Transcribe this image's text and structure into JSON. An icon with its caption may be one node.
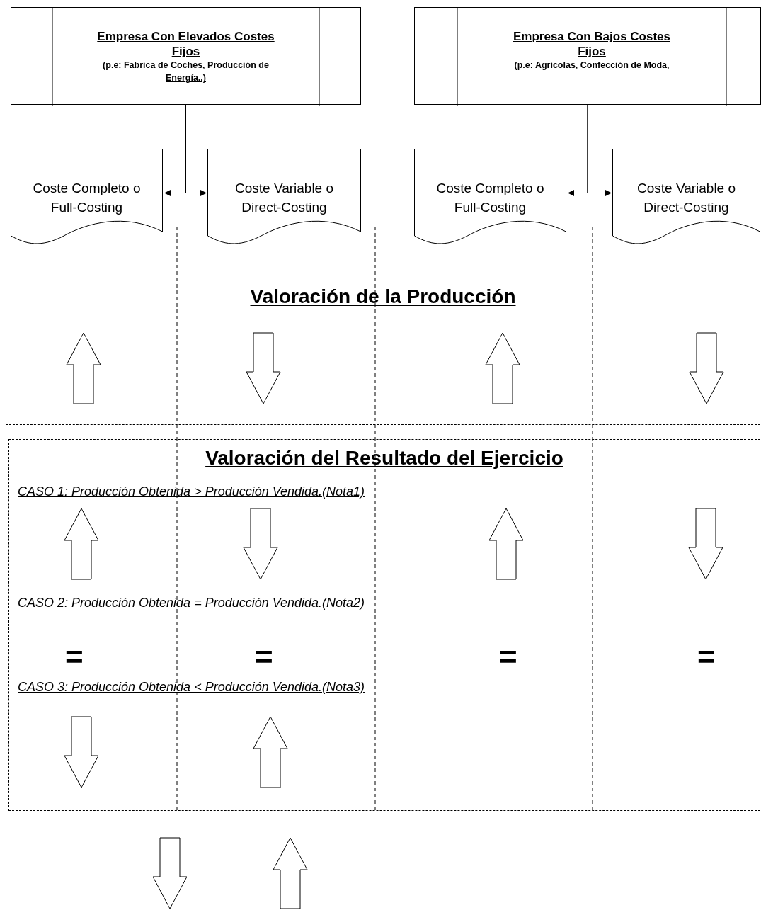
{
  "diagram": {
    "nodes": [
      {
        "text": [
          "Empresa Con Elevados Costes Fijos",
          "(p.e: Fabrica de Coches, Producción de Energía..)"
        ]
      },
      {
        "text": [
          "Coste Completo o Full-Costing"
        ]
      },
      {
        "text": [
          "Coste Variable o Direct-Costing"
        ]
      },
      {
        "text": [
          "Empresa Con Bajos Costes Fijos",
          "(p.e: Agrícolas, Confección de Moda,"
        ]
      },
      {
        "text": [
          "Coste Completo o Full-Costing"
        ]
      },
      {
        "text": [
          "Coste Variable o Direct-Costing"
        ]
      },
      {
        "text": [
          "Valoración de la Producción"
        ]
      },
      {
        "text": [
          "Valoración del Resultado del Ejercicio"
        ]
      }
    ],
    "edges": [
      {
        "from": 0,
        "to": 1,
        "arrow": "to"
      },
      {
        "from": 0,
        "to": 2,
        "arrow": "to"
      },
      {
        "from": 3,
        "to": 4,
        "arrow": "to"
      },
      {
        "from": 3,
        "to": 5,
        "arrow": "to"
      }
    ],
    "labels": [
      "CASO 1: Producción Obtenida > Producción Vendida.(Nota1)",
      "CASO 2: Producción Obtenida = Producción Vendida.(Nota2)",
      "=",
      "=",
      "=",
      "=",
      "CASO 3: Producción Obtenida < Producción Vendida.(Nota3)"
    ]
  }
}
